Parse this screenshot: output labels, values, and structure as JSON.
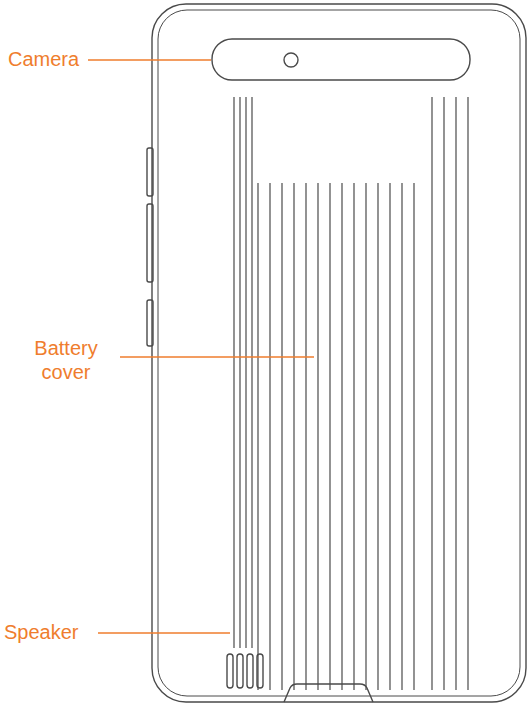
{
  "diagram": {
    "labels": [
      "Camera",
      "Battery cover",
      "Speaker"
    ]
  }
}
